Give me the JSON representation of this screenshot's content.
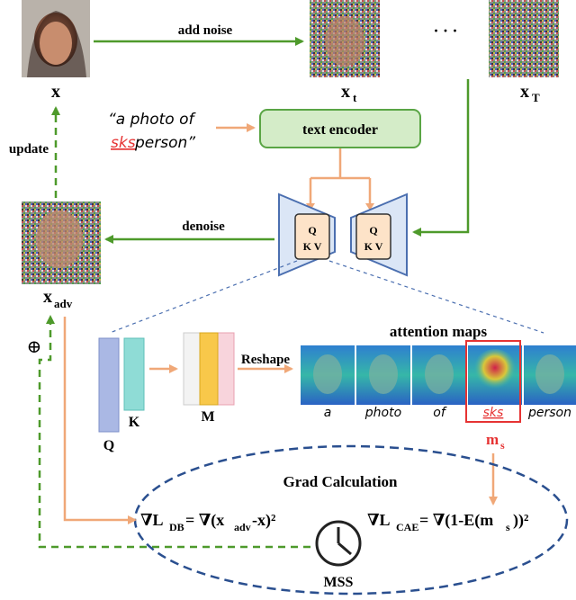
{
  "labels": {
    "x_main": "x",
    "x_t_main": "x",
    "x_t_sub": "t",
    "x_T_main": "x",
    "x_T_sub": "T",
    "x_adv_main": "x",
    "x_adv_sub": "adv",
    "dots": "· · ·",
    "add_noise": "add noise",
    "update": "update",
    "denoise": "denoise",
    "oplus": "⊕",
    "prompt_line1": "“a photo of",
    "prompt_sks": "sks",
    "prompt_rest": " person”",
    "text_encoder": "text encoder",
    "unet_left": [
      "Q",
      "K V"
    ],
    "unet_right": [
      "Q",
      "K V"
    ],
    "attention_maps": "attention maps",
    "reshape": "Reshape",
    "Q": "Q",
    "K": "K",
    "M": "M",
    "tokens": [
      "a",
      "photo",
      "of",
      "sks",
      "person"
    ],
    "m_s_main": "m",
    "m_s_sub": "s",
    "grad_calculation": "Grad Calculation",
    "eq_db": "∇L",
    "eq_db_sub": "DB",
    "eq_db_rhs": " = ∇(x",
    "eq_db_rhs_sub": "adv",
    "eq_db_rhs_end": "-x)²",
    "eq_cae": "∇L",
    "eq_cae_sub": "CAE",
    "eq_cae_rhs": " = ∇(1-E(m",
    "eq_cae_rhs_sub": "s",
    "eq_cae_rhs_end": "))²",
    "mss": "MSS"
  },
  "colors": {
    "green_arrow": "#4e9a2b",
    "orange_arrow": "#f0a878",
    "blue_dashed": "#2a4f8f",
    "red_highlight": "#e63333",
    "encoder_fill": "#d4ecc8",
    "encoder_stroke": "#5aa545",
    "unet_fill": "#dbe6f6",
    "unet_stroke": "#4b6fb0",
    "attn_fill": "#fde3c8",
    "q_bar": "#aab8e4",
    "k_bar": "#8fdcd6",
    "m_fill": "#f3f3f3",
    "m_yellow": "#f8c84a",
    "m_pink": "#f8d4dc"
  }
}
